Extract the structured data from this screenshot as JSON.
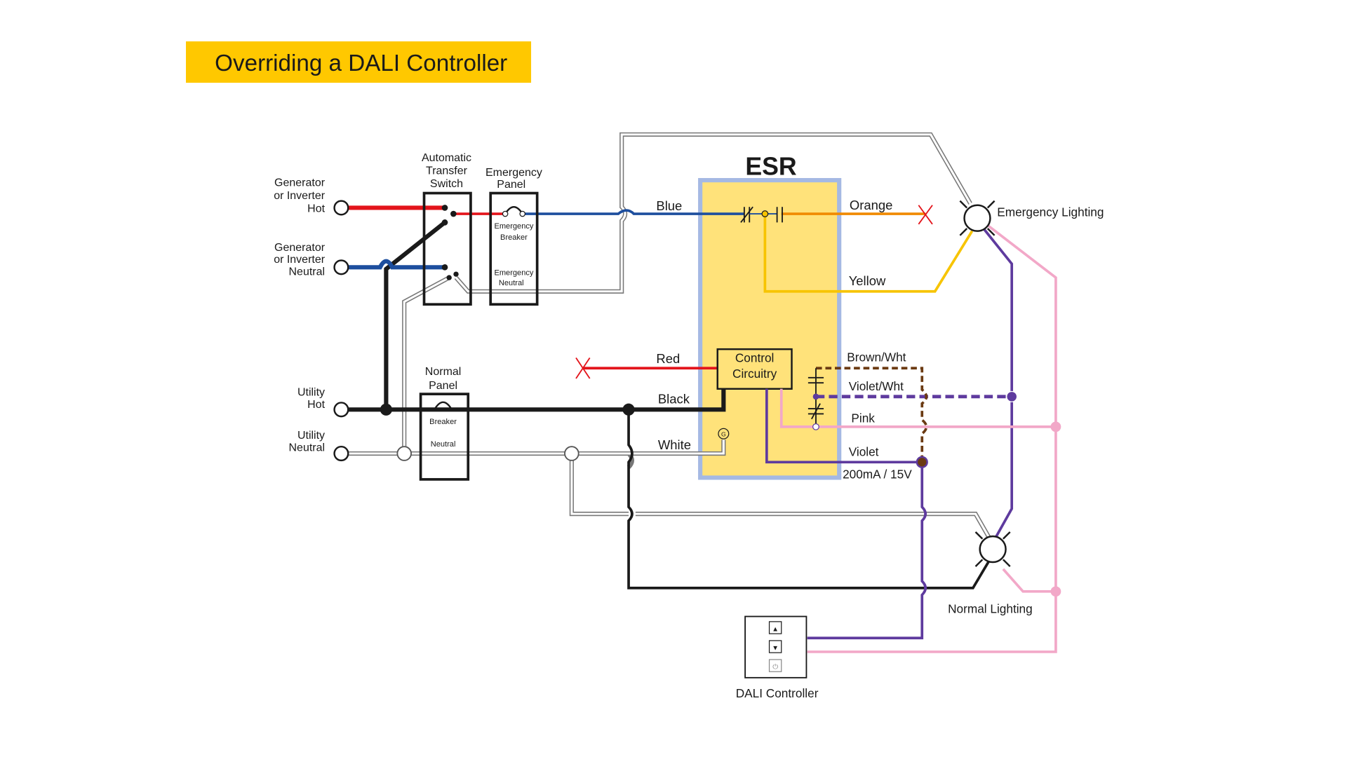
{
  "title": "Overriding a DALI Controller",
  "colors": {
    "title_bg": "#FFC800",
    "esr_fill": "#FFE27A",
    "esr_border": "#A5B9E3",
    "red": "#E3141B",
    "blue": "#1D4E9E",
    "orange": "#F08A00",
    "yellow": "#F7C400",
    "violet": "#5E3A9E",
    "pink": "#F2A8C8",
    "brown": "#6B3A12",
    "black": "#1a1a1a",
    "gray": "#777777"
  },
  "sources": {
    "gen_hot": [
      "Generator",
      "or Inverter",
      "Hot"
    ],
    "gen_neutral": [
      "Generator",
      "or Inverter",
      "Neutral"
    ],
    "utility_hot": [
      "Utility",
      "Hot"
    ],
    "utility_neutral": [
      "Utility",
      "Neutral"
    ]
  },
  "panels": {
    "ats": [
      "Automatic",
      "Transfer",
      "Switch"
    ],
    "emergency_panel": [
      "Emergency",
      "Panel"
    ],
    "emergency_breaker": [
      "Emergency",
      "Breaker"
    ],
    "emergency_neutral": [
      "Emergency",
      "Neutral"
    ],
    "normal_panel": [
      "Normal",
      "Panel"
    ],
    "breaker": "Breaker",
    "neutral": "Neutral"
  },
  "esr": {
    "title": "ESR",
    "control": [
      "Control",
      "Circuitry"
    ],
    "ground_symbol": "G"
  },
  "wires": {
    "blue": "Blue",
    "orange": "Orange",
    "yellow": "Yellow",
    "red": "Red",
    "black": "Black",
    "white": "White",
    "brown_wht": "Brown/Wht",
    "violet_wht": "Violet/Wht",
    "pink": "Pink",
    "violet": "Violet",
    "rating": "200mA / 15V"
  },
  "loads": {
    "emergency_lighting": "Emergency Lighting",
    "normal_lighting": "Normal Lighting"
  },
  "dali": {
    "label": "DALI Controller",
    "buttons": [
      {
        "icon": "up-arrow-icon",
        "glyph": "▲"
      },
      {
        "icon": "down-arrow-icon",
        "glyph": "▼"
      },
      {
        "icon": "power-icon",
        "glyph": "⏻"
      }
    ]
  }
}
